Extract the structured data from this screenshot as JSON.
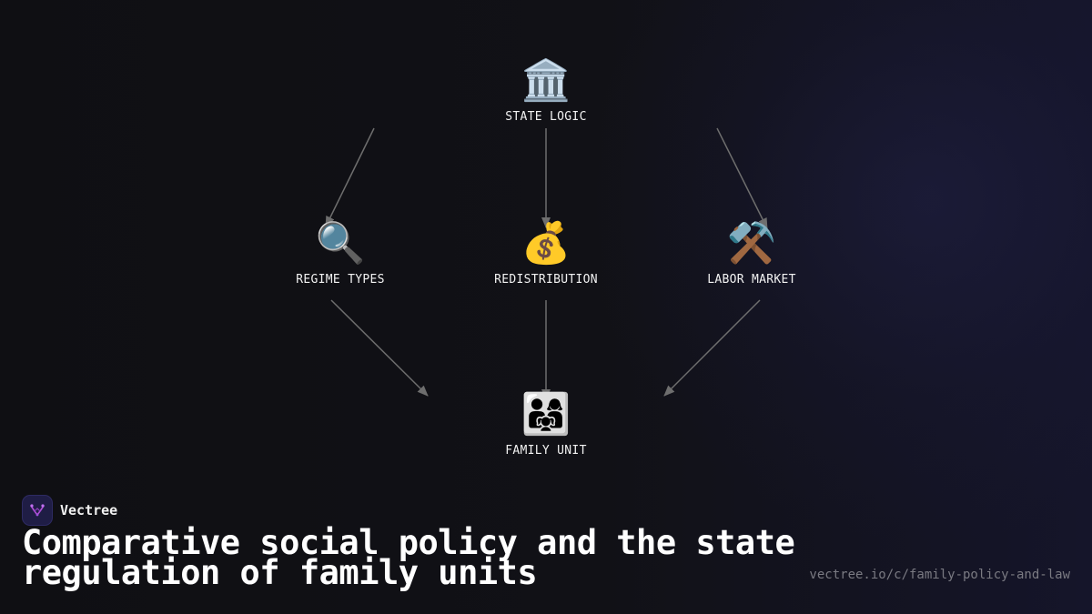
{
  "brand": {
    "name": "Vectree"
  },
  "title": "Comparative social policy and the state regulation of family units",
  "url": "vectree.io/c/family-policy-and-law",
  "diagram": {
    "nodes": [
      {
        "id": "state-logic",
        "icon": "🏛️",
        "icon_name": "classical-building-icon",
        "label": "STATE LOGIC"
      },
      {
        "id": "regime-types",
        "icon": "🔍",
        "icon_name": "magnifying-glass-icon",
        "label": "REGIME TYPES"
      },
      {
        "id": "redistribution",
        "icon": "💰",
        "icon_name": "money-bag-icon",
        "label": "REDISTRIBUTION"
      },
      {
        "id": "labor-market",
        "icon": "⚒️",
        "icon_name": "hammer-and-pick-icon",
        "label": "LABOR MARKET"
      },
      {
        "id": "family-unit",
        "icon": "👨‍👩‍👧",
        "icon_name": "family-icon",
        "label": "FAMILY UNIT"
      }
    ],
    "edges": [
      {
        "from": "state-logic",
        "to": "regime-types"
      },
      {
        "from": "state-logic",
        "to": "redistribution"
      },
      {
        "from": "state-logic",
        "to": "labor-market"
      },
      {
        "from": "regime-types",
        "to": "family-unit"
      },
      {
        "from": "redistribution",
        "to": "family-unit"
      },
      {
        "from": "labor-market",
        "to": "family-unit"
      }
    ],
    "colors": {
      "edge": "#6e6e6e",
      "label": "#f2f2f2"
    }
  }
}
